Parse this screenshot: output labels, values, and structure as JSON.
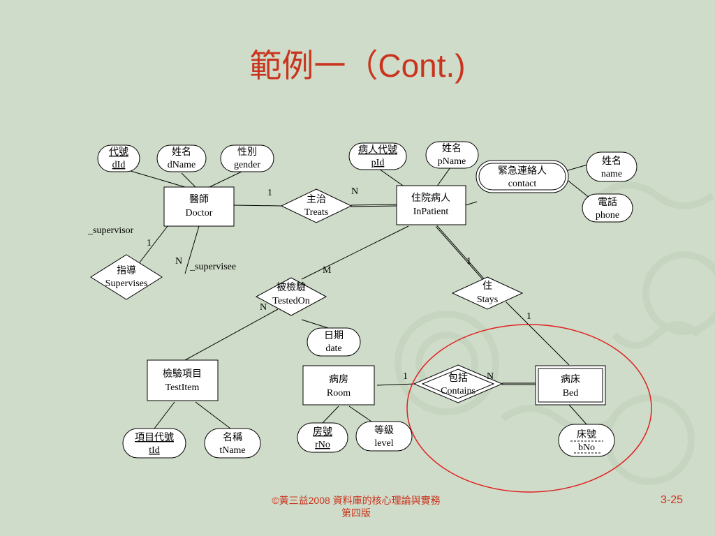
{
  "slide": {
    "title": "範例一（Cont.)",
    "footer_line1": "©黃三益2008 資料庫的核心理論與實務",
    "footer_line2": "第四版",
    "page_number": "3-25",
    "accent_color": "#c9341f",
    "background_color": "#cfdcc9"
  },
  "diagram": {
    "entities": {
      "doctor": {
        "cn": "醫師",
        "en": "Doctor"
      },
      "inpatient": {
        "cn": "住院病人",
        "en": "InPatient"
      },
      "testitem": {
        "cn": "檢驗項目",
        "en": "TestItem"
      },
      "room": {
        "cn": "病房",
        "en": "Room"
      },
      "bed": {
        "cn": "病床",
        "en": "Bed"
      }
    },
    "relationships": {
      "treats": {
        "cn": "主治",
        "en": "Treats"
      },
      "supervises": {
        "cn": "指導",
        "en": "Supervises"
      },
      "testedon": {
        "cn": "被檢驗",
        "en": "TestedOn"
      },
      "stays": {
        "cn": "住",
        "en": "Stays"
      },
      "contains": {
        "cn": "包括",
        "en": "Contains"
      }
    },
    "attributes": {
      "did": {
        "cn": "代號",
        "en": "dId"
      },
      "dname": {
        "cn": "姓名",
        "en": "dName"
      },
      "gender": {
        "cn": "性別",
        "en": "gender"
      },
      "pid": {
        "cn": "病人代號",
        "en": "pId"
      },
      "pname": {
        "cn": "姓名",
        "en": "pName"
      },
      "contact": {
        "cn": "緊急連絡人",
        "en": "contact"
      },
      "cname": {
        "cn": "姓名",
        "en": "name"
      },
      "phone": {
        "cn": "電話",
        "en": "phone"
      },
      "date": {
        "cn": "日期",
        "en": "date"
      },
      "tid": {
        "cn": "項目代號",
        "en": "tId"
      },
      "tname": {
        "cn": "名稱",
        "en": "tName"
      },
      "rno": {
        "cn": "房號",
        "en": "rNo"
      },
      "level": {
        "cn": "等級",
        "en": "level"
      },
      "bno": {
        "cn": "床號",
        "en": "bNo"
      }
    },
    "cardinalities": {
      "treats_doctor": "1",
      "treats_inpatient": "N",
      "supervisor_1": "1",
      "supervisee_n": "N",
      "testedon_m": "M",
      "testedon_n": "N",
      "stays_inpatient": "1",
      "stays_bed": "1",
      "contains_room": "1",
      "contains_bed": "N"
    },
    "role_names": {
      "supervisor": "_supervisor",
      "supervisee": "_supervisee"
    }
  }
}
